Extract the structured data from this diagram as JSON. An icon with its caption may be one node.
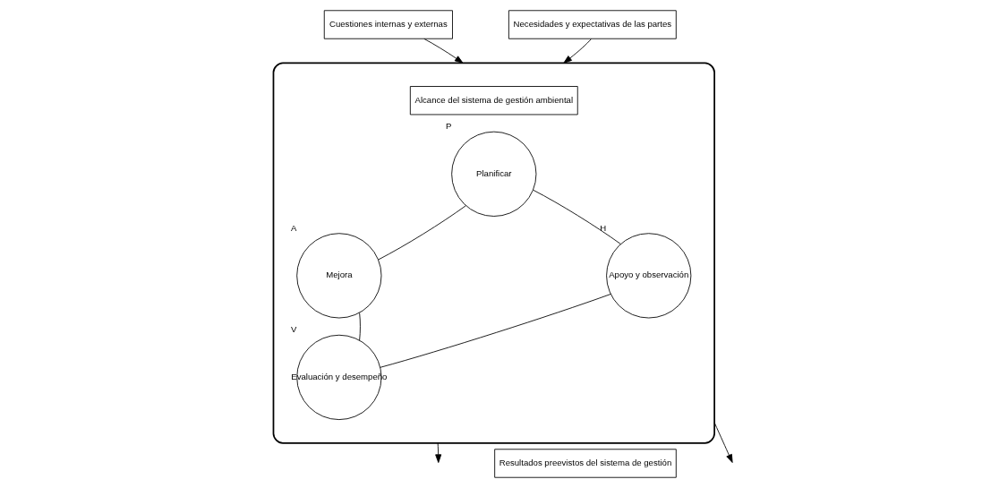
{
  "diagram": {
    "nodes": [
      {
        "text": [],
        "shape": "box"
      },
      {
        "text": [
          "Alcance del sistema de gestión ambiental"
        ],
        "in": 0
      },
      {
        "text": [
          "Planificar"
        ],
        "in": 0,
        "beside": [
          "P"
        ]
      },
      {
        "text": [
          "Apoyo y observación"
        ],
        "in": 0,
        "beside": [
          "H"
        ]
      },
      {
        "text": [
          "Evaluación y desempeño"
        ],
        "in": 0,
        "beside": [
          "V"
        ]
      },
      {
        "text": [
          "Mejora"
        ],
        "in": 0,
        "beside": [
          "A"
        ]
      },
      {
        "text": [
          "Cuestiones internas y externas"
        ]
      },
      {
        "text": [
          "Necesidades y expectativas de las partes"
        ]
      },
      {
        "text": [
          "Resultados preevistos del sistema de gestión"
        ]
      }
    ],
    "edges": [
      {
        "from": 2,
        "to": 3,
        "arrow": "none"
      },
      {
        "from": 3,
        "to": 4,
        "arrow": "none"
      },
      {
        "from": 4,
        "to": 5,
        "arrow": "none"
      },
      {
        "from": 5,
        "to": 2,
        "arrow": "none"
      },
      {
        "from": 6,
        "to": 0,
        "arrow": "to"
      },
      {
        "from": 7,
        "to": 0,
        "arrow": "to"
      },
      {
        "from": 0,
        "to": null,
        "arrow": "to"
      },
      {
        "from": 0,
        "to": null,
        "arrow": "to"
      }
    ]
  }
}
